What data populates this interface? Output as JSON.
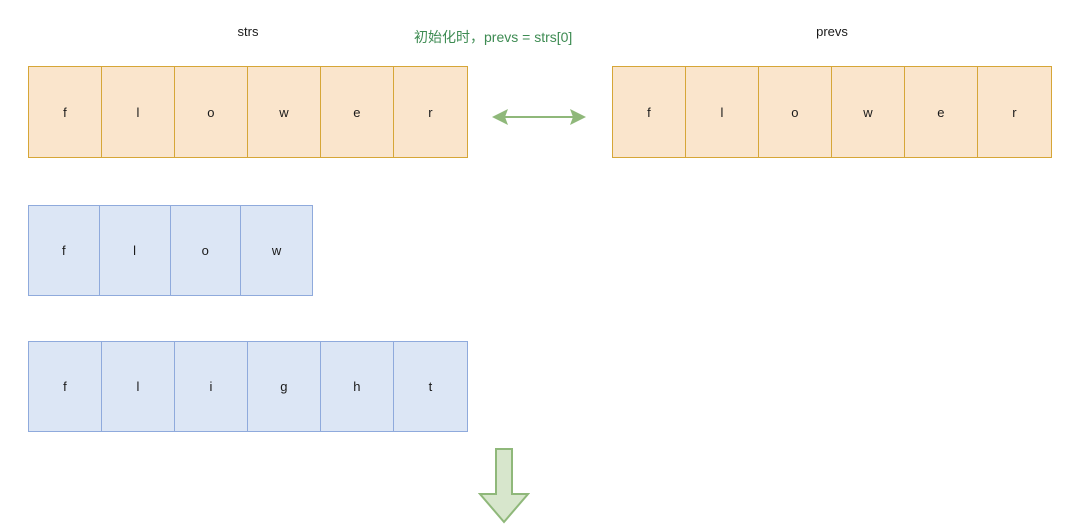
{
  "diagram": {
    "title_strs": "strs",
    "title_prevs": "prevs",
    "annotation": "初始化时，prevs = strs[0]",
    "colors": {
      "orange_fill": "#FAE5CC",
      "orange_border": "#D6A637",
      "blue_fill": "#DCE6F5",
      "blue_border": "#8FAADC",
      "green_text": "#3D8B52",
      "green_arrow_stroke": "#8FB87A",
      "green_arrow_fill": "#D7E6CC",
      "background": "#FFFFFF"
    },
    "arrows": {
      "bidirectional": "double-headed-horizontal-arrow",
      "down": "down-block-arrow"
    },
    "arrays": [
      {
        "id": "strs",
        "label": "strs",
        "theme": "orange",
        "word": "flower",
        "cells": [
          "f",
          "l",
          "o",
          "w",
          "e",
          "r"
        ]
      },
      {
        "id": "prevs",
        "label": "prevs",
        "theme": "orange",
        "word": "flower",
        "cells": [
          "f",
          "l",
          "o",
          "w",
          "e",
          "r"
        ]
      },
      {
        "id": "flow",
        "label": "",
        "theme": "blue",
        "word": "flow",
        "cells": [
          "f",
          "l",
          "o",
          "w"
        ]
      },
      {
        "id": "flight",
        "label": "",
        "theme": "blue",
        "word": "flight",
        "cells": [
          "f",
          "l",
          "i",
          "g",
          "h",
          "t"
        ]
      }
    ]
  }
}
